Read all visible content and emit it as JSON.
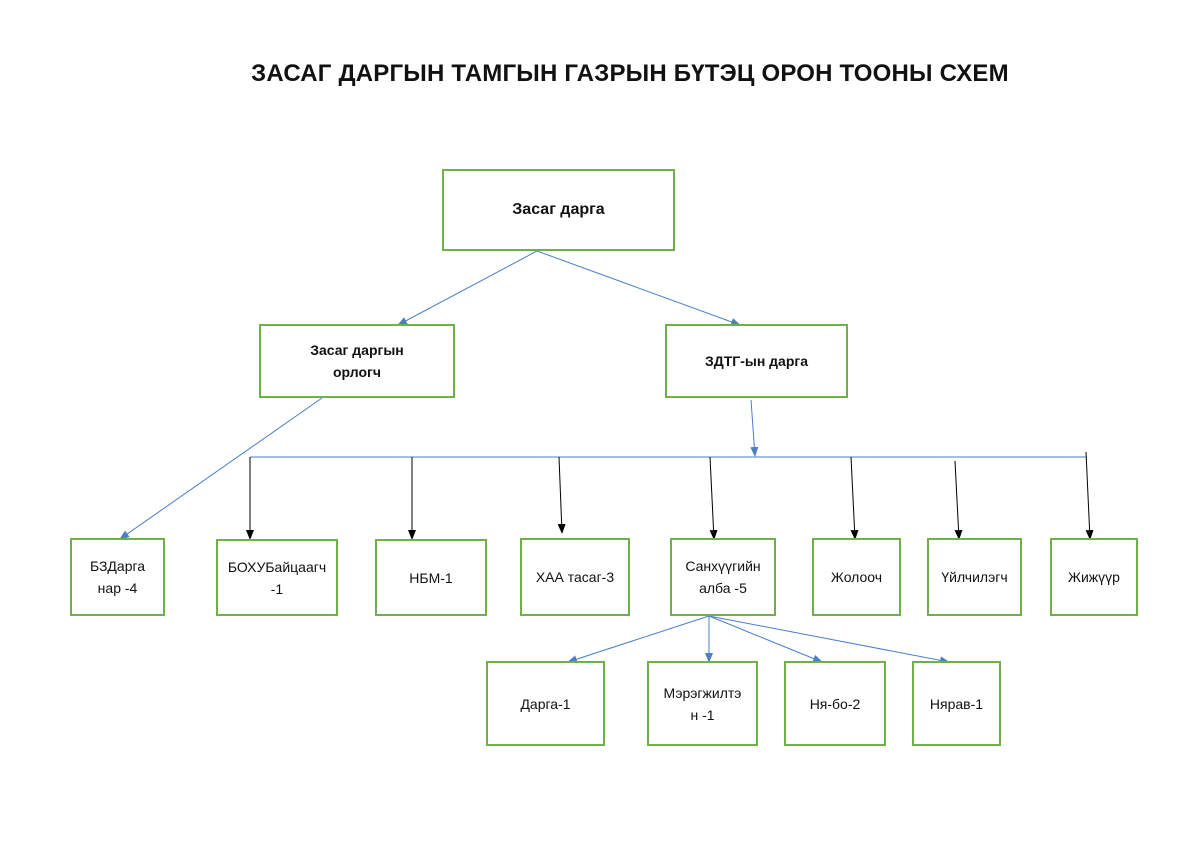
{
  "title": "ЗАСАГ ДАРГЫН ТАМГЫН ГАЗРЫН БҮТЭЦ ОРОН ТООНЫ СХЕМ",
  "colors": {
    "box_border": "#70b04a",
    "line_blue": "#4a7fc8",
    "line_black": "#000000"
  },
  "nodes": {
    "root": "Засаг дарга",
    "deputy": "Засаг даргын\nорлогч",
    "chief_of_staff": "ЗДТГ-ын дарга",
    "bz_darga": "БЗДарга\nнар -4",
    "bokhu": "БОХУБайцаагч\n-1",
    "nbm": "НБМ-1",
    "khaa": "ХАА тасаг-3",
    "finance": "Санхүүгийн\nалба -5",
    "driver": "Жолооч",
    "service": "Үйлчилэгч",
    "janitor": "Жижүүр",
    "fin_head": "Дарга-1",
    "fin_specialist": "Мэрэгжилтэ\nн -1",
    "fin_accountant": "Ня-бо-2",
    "fin_storekeeper": "Нярав-1"
  }
}
